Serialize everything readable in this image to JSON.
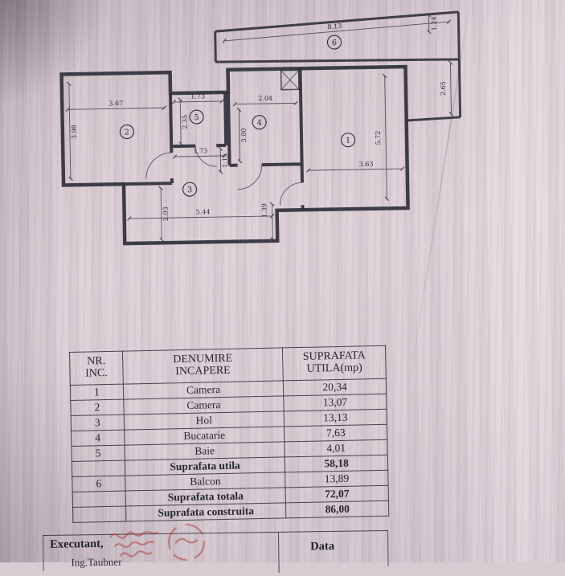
{
  "colors": {
    "ink": "#30303b",
    "paper": "#d9ccd3",
    "stamp_red": "#b03c3e"
  },
  "plan": {
    "rooms": {
      "r1": "1",
      "r2": "2",
      "r3": "3",
      "r4": "4",
      "r5": "5",
      "r6": "6"
    },
    "dims": {
      "d813": "8.13",
      "d124": "1.24",
      "d265": "2.65",
      "d367": "3.67",
      "d398": "3.98",
      "d173a": "1.73",
      "d235": "2.35",
      "d204": "2.04",
      "d300": "3.00",
      "d363": "3.63",
      "d572": "5.72",
      "d173b": "1.73",
      "d115": "1.15",
      "d544": "5.44",
      "d203": "2.03",
      "d139": "1.39"
    }
  },
  "table": {
    "header": {
      "col1_line1": "NR.",
      "col1_line2": "INC.",
      "col2_line1": "DENUMIRE",
      "col2_line2": "INCAPERE",
      "col3_line1": "SUPRAFATA",
      "col3_line2": "UTILA(mp)"
    },
    "rows": [
      {
        "nr": "1",
        "name": "Camera",
        "area": "20,34"
      },
      {
        "nr": "2",
        "name": "Camera",
        "area": "13,07"
      },
      {
        "nr": "3",
        "name": "Hol",
        "area": "13,13"
      },
      {
        "nr": "4",
        "name": "Bucatarie",
        "area": "7,63"
      },
      {
        "nr": "5",
        "name": "Baie",
        "area": "4,01"
      },
      {
        "nr": "",
        "name": "Suprafata utila",
        "area": "58,18"
      },
      {
        "nr": "6",
        "name": "Balcon",
        "area": "13,89"
      },
      {
        "nr": "",
        "name": "Suprafata totala",
        "area": "72,07"
      },
      {
        "nr": "",
        "name": "Suprafata construita",
        "area": "86,00"
      }
    ]
  },
  "footer": {
    "executant": "Executant,",
    "data": "Data",
    "signature": "Ing.Taubner"
  }
}
